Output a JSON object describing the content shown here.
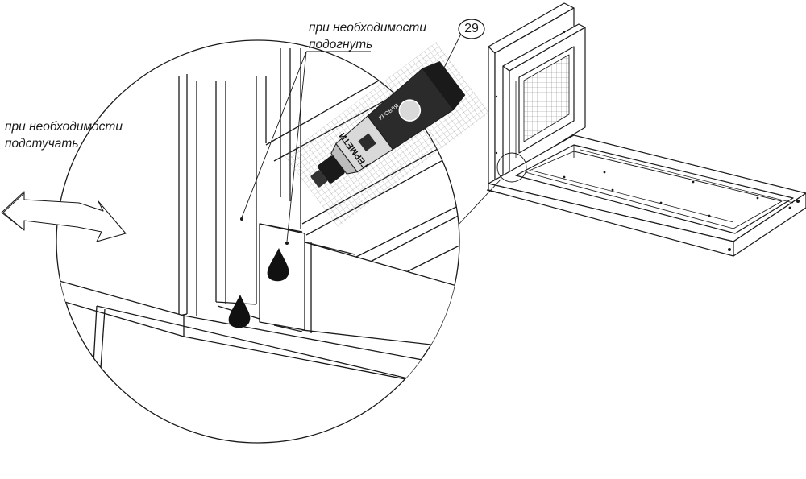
{
  "annotations": {
    "fit_note": [
      "при необходимости",
      "подогнуть"
    ],
    "tap_note": [
      "при необходимости",
      "подстучать"
    ]
  },
  "callout": {
    "number": "29"
  },
  "sealant_tube": {
    "brand_text": "ГЕРМЕТИ",
    "cap_text": "КРОВЛЯ"
  },
  "colors": {
    "line": "#1a1a1a",
    "background": "#ffffff",
    "tube_dark": "#2b2b2b",
    "tube_light": "#d9d9d9",
    "glue_drop": "#111111"
  }
}
